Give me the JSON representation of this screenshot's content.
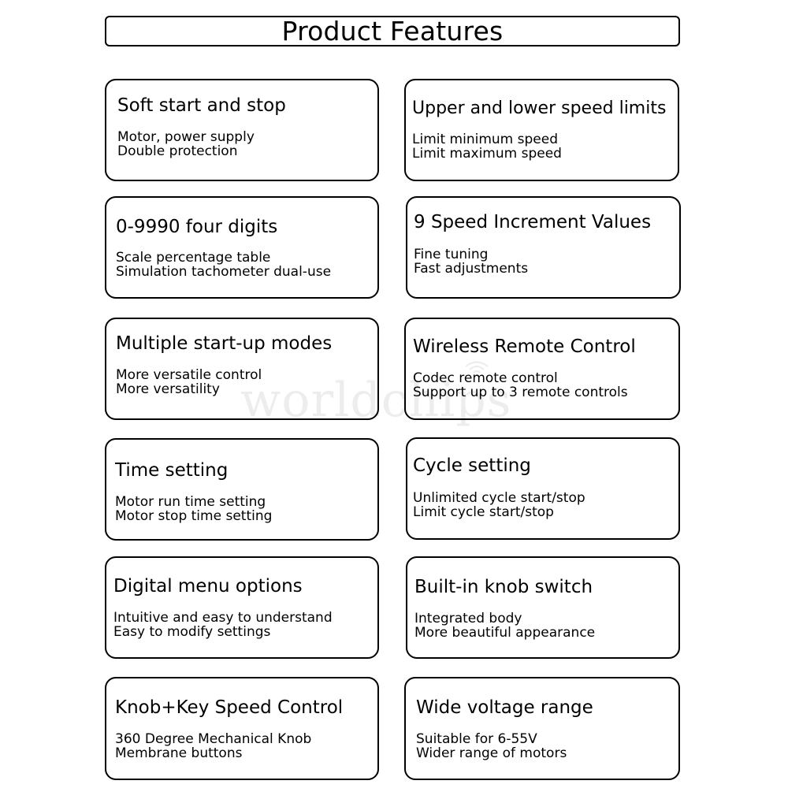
{
  "page": {
    "title": "Product Features",
    "watermark": "worldchips"
  },
  "features": [
    {
      "title": "Soft start and stop",
      "lines": [
        "Motor, power supply",
        "Double protection"
      ]
    },
    {
      "title": "Upper and lower speed limits",
      "lines": [
        "Limit minimum speed",
        "Limit maximum speed"
      ]
    },
    {
      "title": "0-9990 four digits",
      "lines": [
        "Scale percentage table",
        "Simulation tachometer dual-use"
      ]
    },
    {
      "title": "9 Speed Increment Values",
      "lines": [
        "Fine tuning",
        "Fast adjustments"
      ]
    },
    {
      "title": "Multiple start-up modes",
      "lines": [
        "More versatile control",
        "More versatility"
      ]
    },
    {
      "title": "Wireless Remote Control",
      "lines": [
        "Codec remote control",
        "Support up to 3 remote controls"
      ]
    },
    {
      "title": "Time setting",
      "lines": [
        "Motor run time setting",
        "Motor stop time setting"
      ]
    },
    {
      "title": "Cycle setting",
      "lines": [
        "Unlimited cycle start/stop",
        "Limit cycle start/stop"
      ]
    },
    {
      "title": "Digital menu options",
      "lines": [
        "Intuitive and easy to understand",
        "Easy to modify settings"
      ]
    },
    {
      "title": "Built-in knob switch",
      "lines": [
        "Integrated body",
        "More beautiful appearance"
      ]
    },
    {
      "title": "Knob+Key Speed Control",
      "lines": [
        "360 Degree Mechanical Knob",
        "Membrane buttons"
      ]
    },
    {
      "title": "Wide voltage range",
      "lines": [
        "Suitable for 6-55V",
        "Wider range of motors"
      ]
    }
  ]
}
